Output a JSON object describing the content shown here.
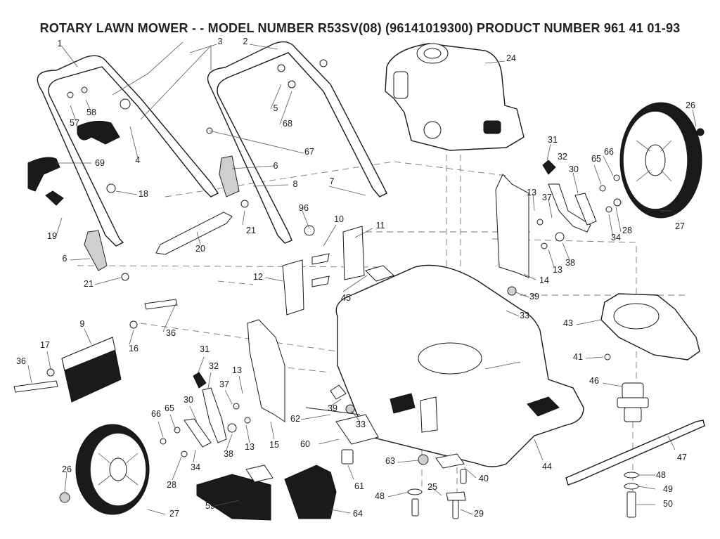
{
  "title": "ROTARY LAWN MOWER - - MODEL NUMBER  R53SV(08)   (96141019300) PRODUCT NUMBER 961 41 01-93",
  "callouts": [
    {
      "id": "1"
    },
    {
      "id": "3"
    },
    {
      "id": "2"
    },
    {
      "id": "24"
    },
    {
      "id": "58"
    },
    {
      "id": "57"
    },
    {
      "id": "5"
    },
    {
      "id": "68"
    },
    {
      "id": "26"
    },
    {
      "id": "4"
    },
    {
      "id": "69"
    },
    {
      "id": "67"
    },
    {
      "id": "31"
    },
    {
      "id": "32"
    },
    {
      "id": "6"
    },
    {
      "id": "66"
    },
    {
      "id": "65"
    },
    {
      "id": "30"
    },
    {
      "id": "8"
    },
    {
      "id": "7"
    },
    {
      "id": "18"
    },
    {
      "id": "13"
    },
    {
      "id": "37"
    },
    {
      "id": "27"
    },
    {
      "id": "96"
    },
    {
      "id": "21"
    },
    {
      "id": "10"
    },
    {
      "id": "11"
    },
    {
      "id": "19"
    },
    {
      "id": "28"
    },
    {
      "id": "34"
    },
    {
      "id": "20"
    },
    {
      "id": "6"
    },
    {
      "id": "13"
    },
    {
      "id": "38"
    },
    {
      "id": "12"
    },
    {
      "id": "14"
    },
    {
      "id": "21"
    },
    {
      "id": "45"
    },
    {
      "id": "39"
    },
    {
      "id": "33"
    },
    {
      "id": "9"
    },
    {
      "id": "43"
    },
    {
      "id": "36"
    },
    {
      "id": "16"
    },
    {
      "id": "17"
    },
    {
      "id": "41"
    },
    {
      "id": "36"
    },
    {
      "id": "31"
    },
    {
      "id": "32"
    },
    {
      "id": "13"
    },
    {
      "id": "46"
    },
    {
      "id": "37"
    },
    {
      "id": "39"
    },
    {
      "id": "30"
    },
    {
      "id": "65"
    },
    {
      "id": "66"
    },
    {
      "id": "33"
    },
    {
      "id": "62"
    },
    {
      "id": "47"
    },
    {
      "id": "60"
    },
    {
      "id": "13"
    },
    {
      "id": "38"
    },
    {
      "id": "15"
    },
    {
      "id": "26"
    },
    {
      "id": "63"
    },
    {
      "id": "34"
    },
    {
      "id": "44"
    },
    {
      "id": "40"
    },
    {
      "id": "28"
    },
    {
      "id": "48"
    },
    {
      "id": "61"
    },
    {
      "id": "25"
    },
    {
      "id": "49"
    },
    {
      "id": "48"
    },
    {
      "id": "59"
    },
    {
      "id": "27"
    },
    {
      "id": "64"
    },
    {
      "id": "29"
    },
    {
      "id": "50"
    }
  ]
}
